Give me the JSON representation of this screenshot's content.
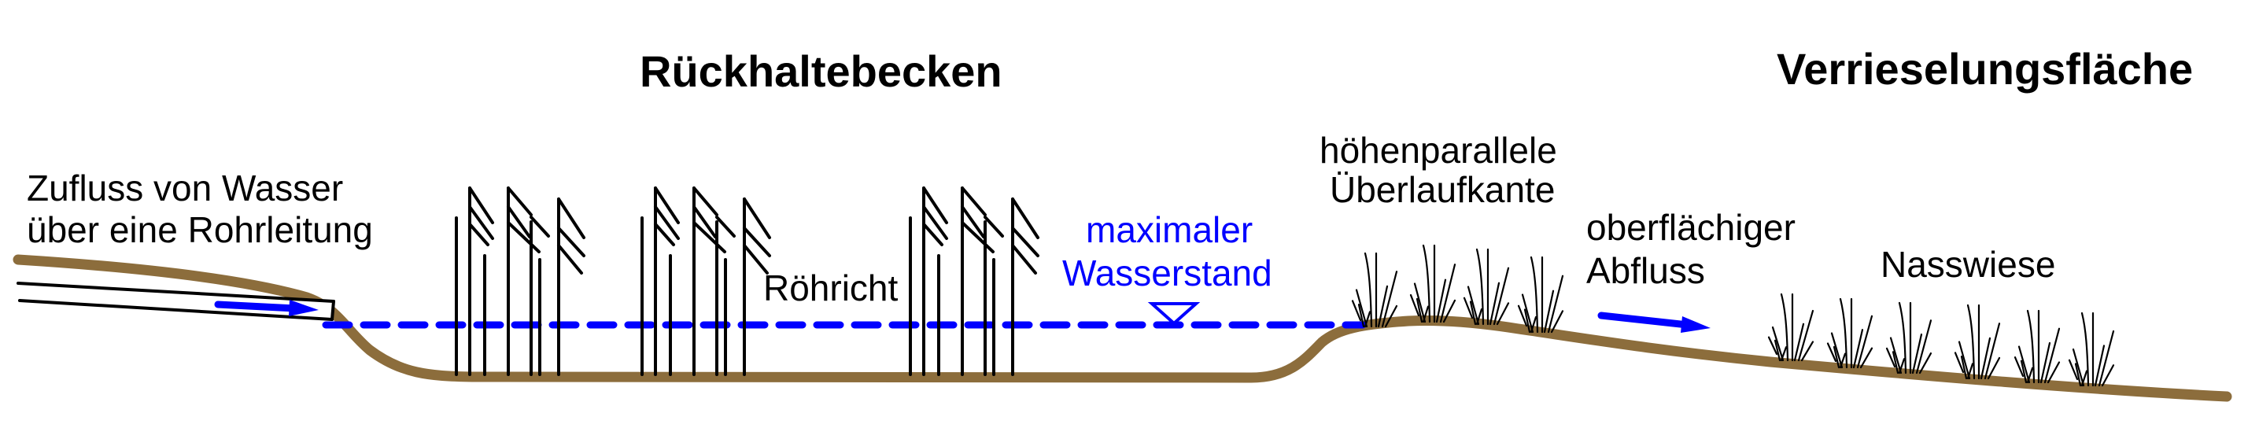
{
  "title_left": "Rückhaltebecken",
  "title_right": "Verrieselungsfläche",
  "labels": {
    "inflow_line1": "Zufluss von Wasser",
    "inflow_line2": "über eine Rohrleitung",
    "reed": "Röhricht",
    "max_level_line1": "maximaler",
    "max_level_line2": "Wasserstand",
    "weir_line1": "höhenparallele",
    "weir_line2": "Überlaufkante",
    "runoff_line1": "oberflächiger",
    "runoff_line2": "Abfluss",
    "meadow": "Nasswiese"
  },
  "colors": {
    "terrain": "#8c6d3c",
    "water": "#0000ff",
    "text": "#000000",
    "water_label": "#0000ff"
  },
  "icons": {
    "water_level_marker": "triangle-down-icon",
    "inflow_arrow": "arrow-right-icon",
    "runoff_arrow": "arrow-right-icon"
  }
}
